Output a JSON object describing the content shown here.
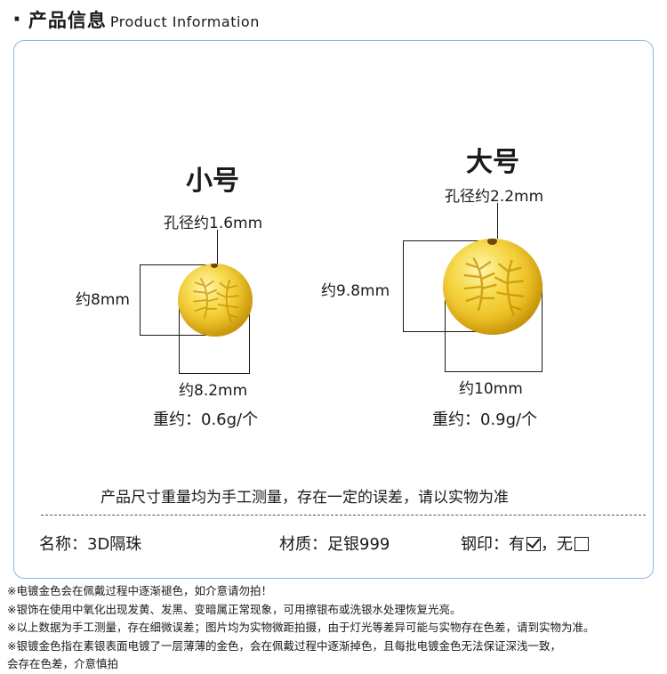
{
  "header": {
    "bullet": "·",
    "title_cn": "产品信息",
    "title_en": "Product Information"
  },
  "small": {
    "title": "小号",
    "hole": "孔径约1.6mm",
    "height": "约8mm",
    "width": "约8.2mm",
    "weight": "重约：0.6g/个"
  },
  "large": {
    "title": "大号",
    "hole": "孔径约2.2mm",
    "height": "约9.8mm",
    "width": "约10mm",
    "weight": "重约：0.9g/个"
  },
  "disclaimer": "产品尺寸重量均为手工测量，存在一定的误差，请以实物为准",
  "attributes": {
    "name": "名称：3D隔珠",
    "material": "材质：足银999",
    "stamp_label": "钢印：",
    "stamp_yes": "有",
    "stamp_sep": "，",
    "stamp_no": "无"
  },
  "notes": [
    "※电镀金色会在佩戴过程中逐渐褪色，如介意请勿拍！",
    "※银饰在使用中氧化出现发黄、发黑、变暗属正常现象，可用擦银布或洗银水处理恢复光亮。",
    "※以上数据为手工测量，存在细微误差；图片均为实物微距拍摄，由于灯光等差异可能与实物存在色差，请到实物为准。",
    "※银镀金色指在素银表面电镀了一层薄薄的金色，会在佩戴过程中逐渐掉色，且每批电镀金色无法保证深浅一致，",
    "会存在色差，介意慎拍"
  ]
}
